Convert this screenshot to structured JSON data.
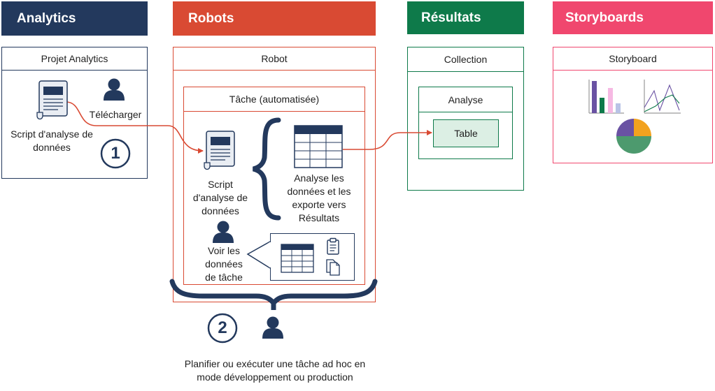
{
  "columns": {
    "analytics": {
      "header": "Analytics",
      "color": "#23395d",
      "box_title": "Projet Analytics"
    },
    "robots": {
      "header": "Robots",
      "color": "#d94a33",
      "box_title": "Robot",
      "task_title": "Tâche (automatisée)"
    },
    "resultats": {
      "header": "Résultats",
      "color": "#0e7a4a",
      "box_title": "Collection",
      "inner_title": "Analyse",
      "table_label": "Table"
    },
    "storyboards": {
      "header": "Storyboards",
      "color": "#f0476e",
      "box_title": "Storyboard"
    }
  },
  "labels": {
    "script_analytics": "Script d'analyse de données",
    "download": "Télécharger",
    "step1": "1",
    "script_robot": "Script d'analyse de données",
    "analyse_export": "Analyse les données et les exporte vers Résultats",
    "view_task_data": "Voir les données de tâche",
    "step2": "2",
    "schedule": "Planifier ou exécuter une tâche ad hoc en mode développement ou production"
  },
  "icons": {
    "script": "script-scroll-icon",
    "user": "user-icon",
    "table": "table-grid-icon",
    "clipboard": "clipboard-icon",
    "copy": "copy-documents-icon",
    "bar_chart": "bar-chart-icon",
    "line_chart": "line-chart-icon",
    "pie_chart": "pie-chart-icon"
  }
}
